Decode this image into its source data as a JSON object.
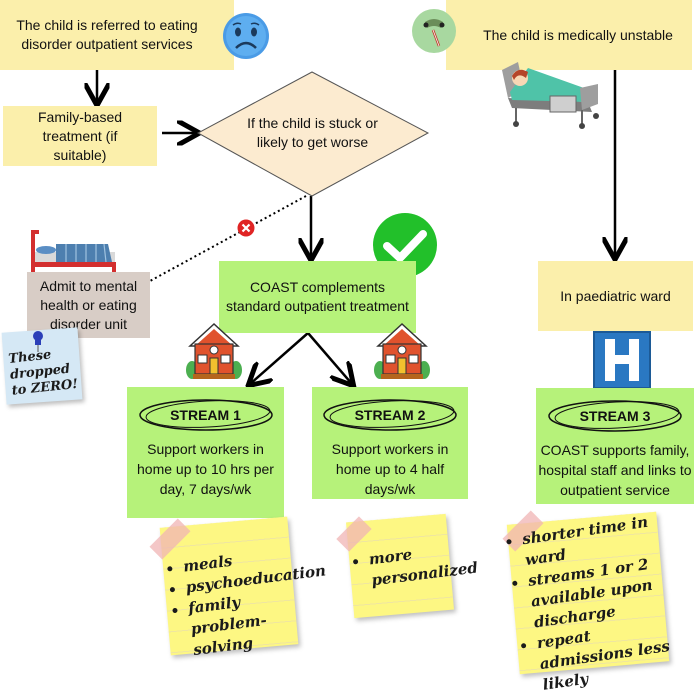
{
  "title": "COAST care pathway flowchart",
  "nodes": {
    "referred": "The child is referred to eating disorder outpatient services",
    "fbt": "Family-based treatment (if suitable)",
    "decision": "If the child is stuck or likely to get worse",
    "admit": "Admit to mental health or eating disorder unit",
    "coast": "COAST complements standard outpatient treatment",
    "unstable": "The child is medically unstable",
    "ward": "In paediatric ward"
  },
  "annotations": {
    "dropped_note": "These dropped to ZERO!"
  },
  "streams": [
    {
      "title": "STREAM 1",
      "description": "Support workers in home up to 10 hrs per day, 7 days/wk",
      "benefits": [
        "meals",
        "psychoeducation",
        "family problem-solving"
      ]
    },
    {
      "title": "STREAM 2",
      "description": "Support workers in home up to 4 half days/wk",
      "benefits": [
        "more personalized"
      ]
    },
    {
      "title": "STREAM 3",
      "description": "COAST supports family, hospital staff and links to outpatient service",
      "benefits": [
        "shorter time in ward",
        "streams 1 or 2 available upon discharge",
        "repeat admissions less likely"
      ]
    }
  ],
  "icons": {
    "sad_face": "sad-face-emoji",
    "sick_face": "sick-face-thermometer",
    "hospital_bed": "hospital-bed",
    "bed": "bed",
    "reject": "x-mark",
    "approve": "check-mark",
    "house": "house",
    "hospital_sign": "H"
  },
  "colors": {
    "yellow_box": "#fbefab",
    "green_box": "#b6f27a",
    "grey_box": "#d8cdc6",
    "decision": "#fcebd0",
    "check_green": "#22c02a",
    "reject_red": "#e02424",
    "hospital_blue": "#2a78c2"
  }
}
